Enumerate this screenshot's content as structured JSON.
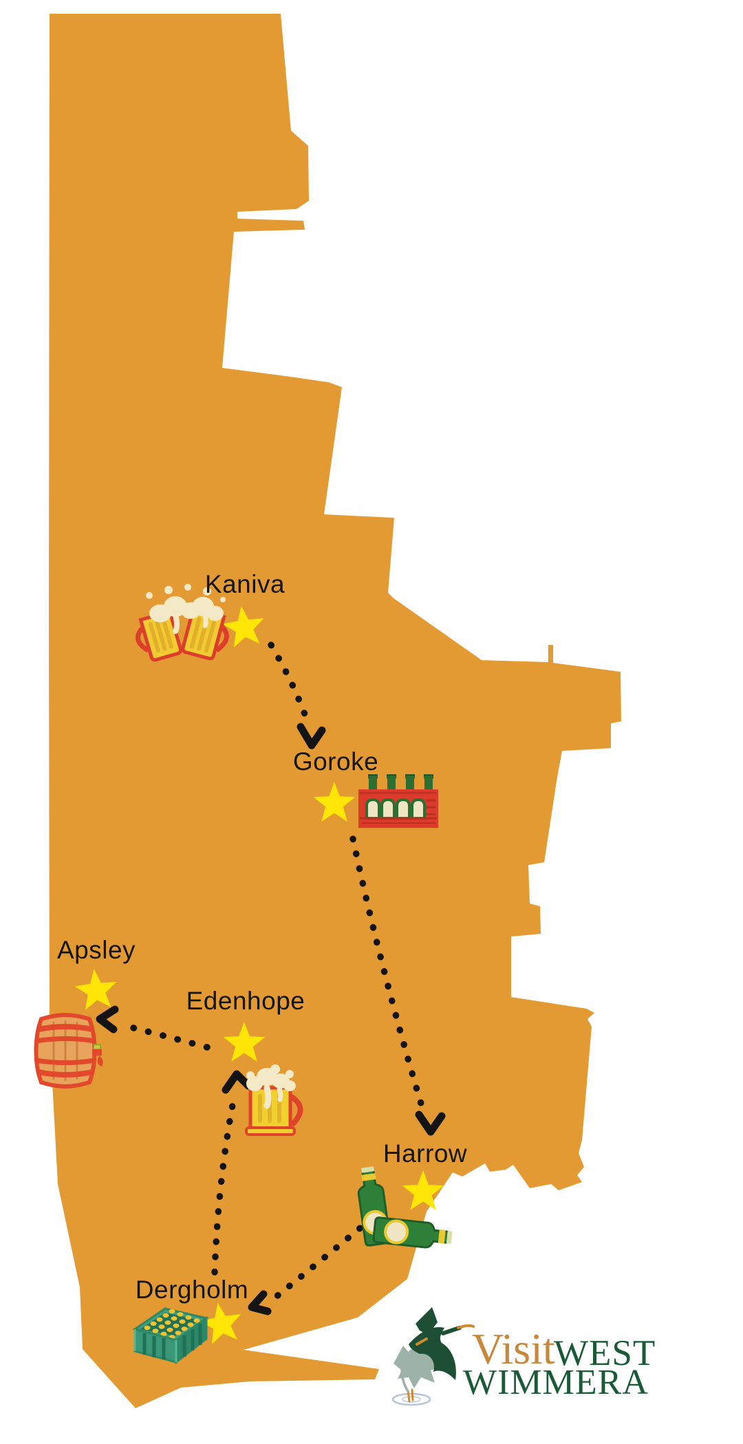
{
  "towns": [
    {
      "name": "Kaniva",
      "icon": "clinking-beer-mugs"
    },
    {
      "name": "Goroke",
      "icon": "red-beer-crate"
    },
    {
      "name": "Apsley",
      "icon": "beer-barrel"
    },
    {
      "name": "Edenhope",
      "icon": "beer-mug"
    },
    {
      "name": "Harrow",
      "icon": "beer-bottles"
    },
    {
      "name": "Dergholm",
      "icon": "green-beer-crate"
    }
  ],
  "trail_order": [
    "Kaniva",
    "Goroke",
    "Harrow",
    "Dergholm",
    "Edenhope",
    "Apsley"
  ],
  "logo": {
    "visit": "Visit",
    "west": "WEST",
    "wimmera": "WIMMERA"
  },
  "colors": {
    "map_fill": "#E49A33",
    "star": "#FFE606",
    "route_dots": "#141414",
    "label_text": "#151515",
    "logo_orange": "#C9873B",
    "logo_green": "#1A5A36",
    "icon_red": "#DC3E2B",
    "beer_yellow": "#F2CB33",
    "foam_cream": "#F3E9C7",
    "bottle_green": "#2E8038",
    "crate_teal": "#3EA07E",
    "barrel_tan": "#E9A45C"
  }
}
